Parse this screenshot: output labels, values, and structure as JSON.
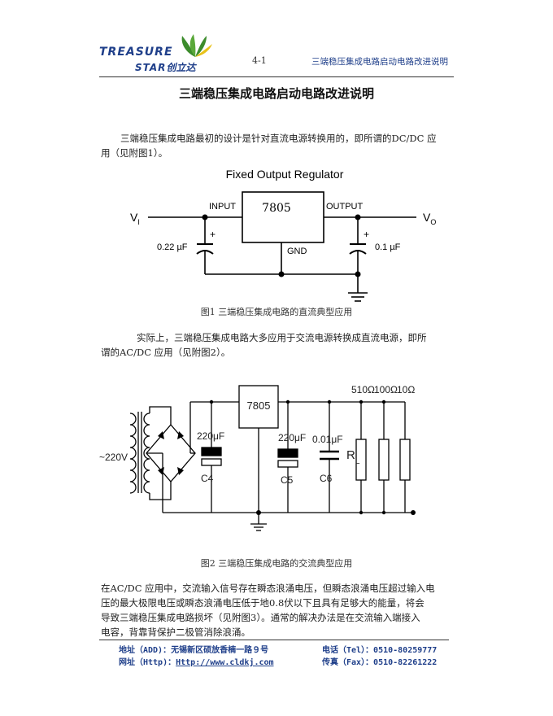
{
  "header": {
    "logo_en_line1": "TREASURE",
    "logo_en_line2": "STAR",
    "logo_cn": "创立达",
    "page_number": "4-1",
    "doc_title_short": "三端稳压集成电路启动电路改进说明"
  },
  "title": "三端稳压集成电路启动电路改进说明",
  "paragraph1": {
    "line1": "三端稳压集成电路最初的设计是针对直流电源转换用的，即所谓的DC/DC 应",
    "line2": "用（见附图1）。"
  },
  "figure1": {
    "heading": "Fixed Output Regulator",
    "regulator": "7805",
    "input_label": "INPUT",
    "output_label": "OUTPUT",
    "gnd_label": "GND",
    "vin_main": "V",
    "vin_sub": "I",
    "vout_main": "V",
    "vout_sub": "O",
    "cap_in": "0.22 µF",
    "cap_out": "0.1 µF",
    "plus": "+",
    "caption": "图1  三端稳压集成电路的直流典型应用"
  },
  "paragraph2": {
    "line1": "实际上，三端稳压集成电路大多应用于交流电源转换成直流电源，即所",
    "line2": "谓的AC/DC 应用（见附图2）。"
  },
  "figure2": {
    "regulator": "7805",
    "ac_source": "~220V",
    "c4_value": "220μF",
    "c4_name": "C4",
    "c5_value": "220μF",
    "c5_name": "C5",
    "c6_value": "0.01μF",
    "c6_name": "C6",
    "rl_main": "R",
    "rl_sub": "L",
    "r1": "510Ω",
    "r2": "100Ω",
    "r3": "10Ω",
    "caption": "图2  三端稳压集成电路的交流典型应用"
  },
  "paragraph3": {
    "line1": "在AC/DC 应用中，交流输入信号存在瞬态浪涌电压，但瞬态浪涌电压超过输入电",
    "line2": "压的最大极限电压或瞬态浪涌电压低于地0.8伏以下且具有足够大的能量，将会",
    "line3": "导致三端稳压集成电路损坏（见附图3）。通常的解决办法是在交流输入端接入",
    "line4": "电容，背靠背保护二极管消除浪涌。"
  },
  "footer": {
    "address": "地址（ADD)：无锡新区硕放香楠一路９号",
    "website_label": "网址（Http)：",
    "website_url": "Http://www.cldkj.com",
    "phone": "电话（Tel）：0510-80259777",
    "fax": "传真（Fax）：0510-82261222"
  },
  "colors": {
    "brand_blue": "#1f3f8a",
    "logo_green": "#3c8c2c",
    "logo_yellow": "#e8c21a"
  }
}
